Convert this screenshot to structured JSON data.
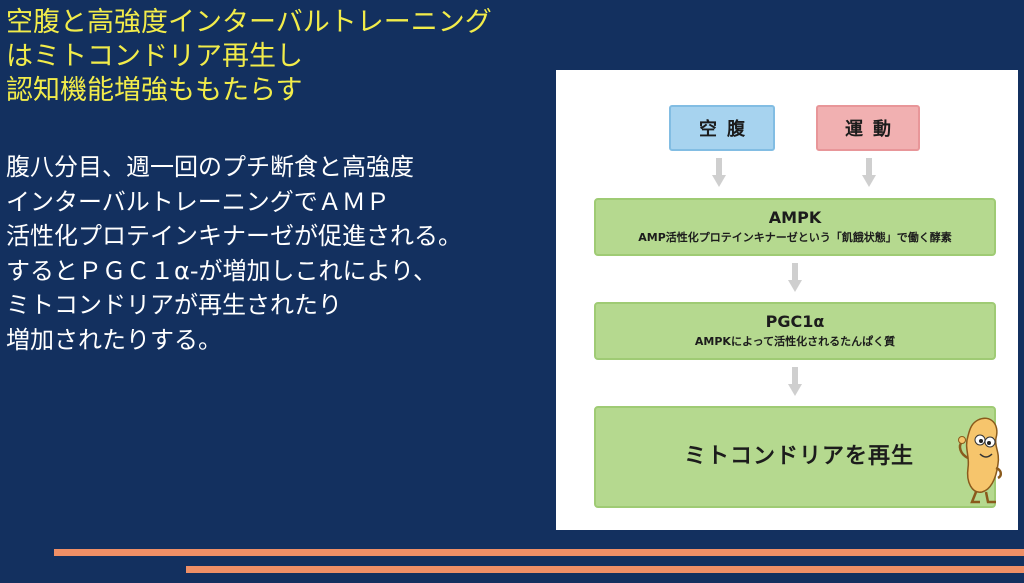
{
  "slide": {
    "title_lines": [
      "空腹と高強度インターバルトレーニング",
      "はミトコンドリア再生し",
      "認知機能増強ももたらす"
    ],
    "body_lines": [
      "腹八分目、週一回のプチ断食と高強度",
      "インターバルトレーニングでＡＭＰ",
      "活性化プロテインキナーゼが促進される。",
      "するとＰＧＣ１α-が増加しこれにより、",
      "ミトコンドリアが再生されたり",
      "増加されたりする。"
    ]
  },
  "diagram": {
    "fasting_label": "空腹",
    "exercise_label": "運動",
    "ampk_title": "AMPK",
    "ampk_desc": "AMP活性化プロテインキナーゼという「飢餓状態」で働く酵素",
    "pgc_title": "PGC1α",
    "pgc_desc": "AMPKによって活性化されるたんぱく質",
    "mito_label": "ミトコンドリアを再生"
  },
  "colors": {
    "background": "#13305f",
    "title_text": "#f2ec4a",
    "body_text": "#ffffff",
    "fasting_box": "#a7d3ef",
    "exercise_box": "#f1b0b1",
    "step_box": "#b5d98f",
    "stripe": "#ef8f66"
  }
}
